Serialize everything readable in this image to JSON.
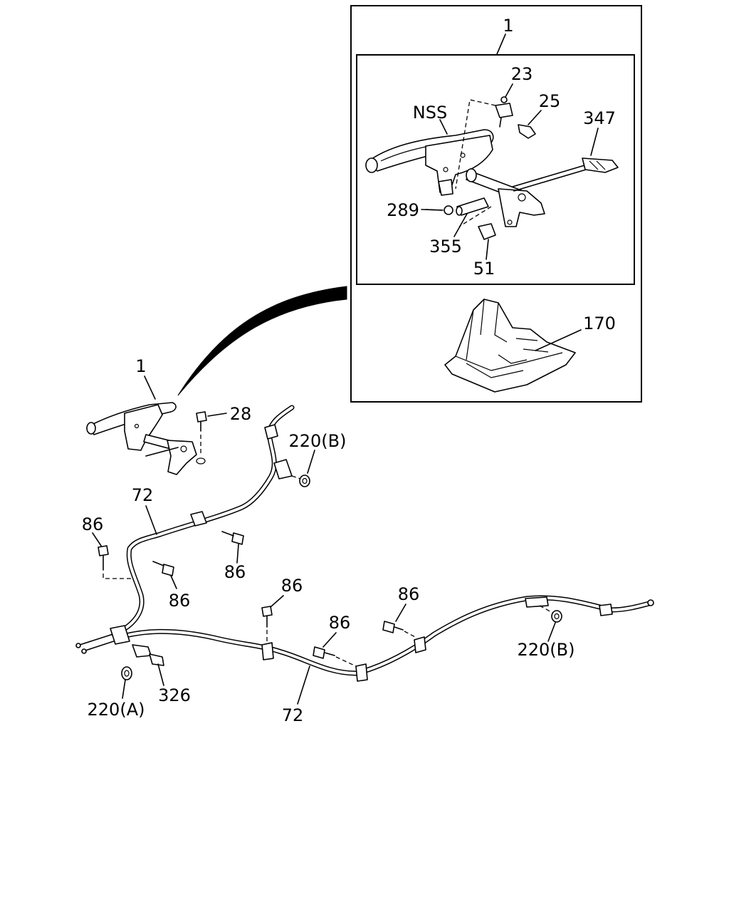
{
  "labels": {
    "inset_assembly": "1",
    "nss": "NSS",
    "p23": "23",
    "p25": "25",
    "p347": "347",
    "p289": "289",
    "p355": "355",
    "p51": "51",
    "p170": "170",
    "main_assembly": "1",
    "p28": "28",
    "p220b_top": "220(B)",
    "p72_top": "72",
    "p86_left": "86",
    "p86_mid": "86",
    "p86_lower": "86",
    "p86_center": "86",
    "p86_bottom": "86",
    "p86_right": "86",
    "p220b_right": "220(B)",
    "p326": "326",
    "p220a": "220(A)",
    "p72_bottom": "72"
  }
}
